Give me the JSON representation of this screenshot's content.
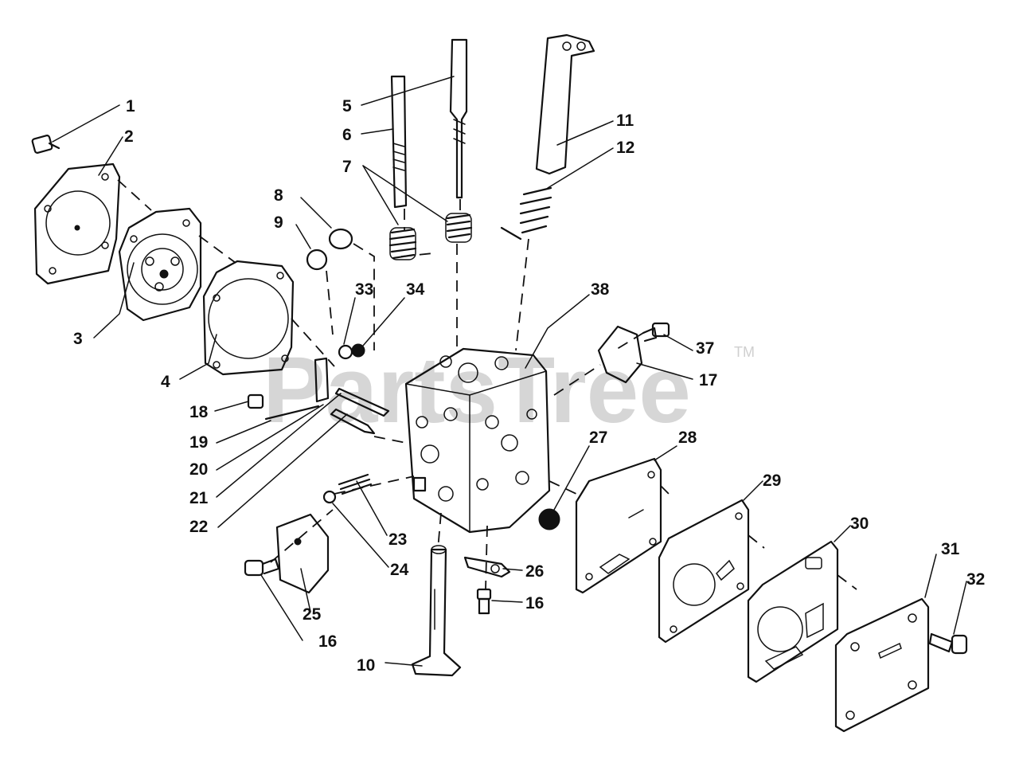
{
  "watermark": {
    "text": "PartsTree",
    "tm": "TM"
  },
  "labels": {
    "p1": "1",
    "p2": "2",
    "p3": "3",
    "p4": "4",
    "p5": "5",
    "p6": "6",
    "p7": "7",
    "p8": "8",
    "p9": "9",
    "p10": "10",
    "p11": "11",
    "p12": "12",
    "p16a": "16",
    "p16b": "16",
    "p17": "17",
    "p18": "18",
    "p19": "19",
    "p20": "20",
    "p21": "21",
    "p22": "22",
    "p23": "23",
    "p24": "24",
    "p25": "25",
    "p26": "26",
    "p27": "27",
    "p28": "28",
    "p29": "29",
    "p30": "30",
    "p31": "31",
    "p32": "32",
    "p33": "33",
    "p34": "34",
    "p37": "37",
    "p38": "38"
  }
}
